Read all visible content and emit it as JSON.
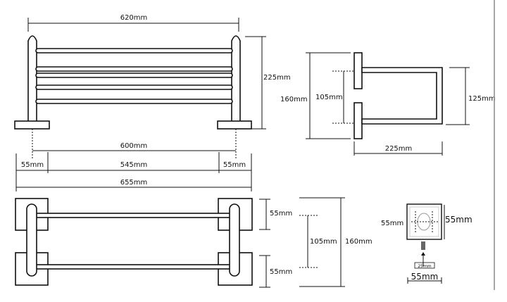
{
  "front_view": {
    "overall_width": "620mm",
    "height": "225mm",
    "post_spacing": "600mm",
    "base_left": "55mm",
    "inner_span": "545mm",
    "base_right": "55mm",
    "total_width": "655mm"
  },
  "side_view": {
    "plate_height": "160mm",
    "mount_spacing": "105mm",
    "bracket_height": "125mm",
    "depth": "225mm"
  },
  "top_view": {
    "plate_top": "55mm",
    "plate_bottom": "55mm",
    "mount_spacing": "105mm",
    "total_depth": "160mm"
  },
  "plate_detail": {
    "width_left": "55mm",
    "height_right": "55mm",
    "screw": "25mm",
    "width_bottom": "55mm"
  }
}
